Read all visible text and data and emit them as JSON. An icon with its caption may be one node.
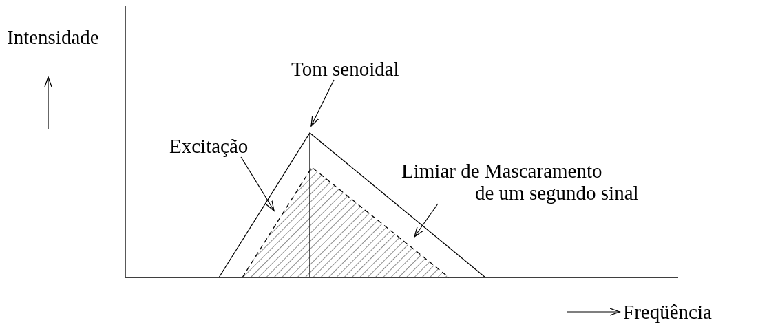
{
  "diagram": {
    "nodes": [
      {
        "text": [
          "Tom senoidal"
        ]
      },
      {
        "text": [
          "Excitação"
        ]
      },
      {
        "text": [],
        "shape": "triangle"
      },
      {
        "text": [],
        "shape": "line",
        "in": 2
      },
      {
        "text": [
          "Limiar de Mascaramento de um segundo sinal"
        ]
      },
      {
        "text": [],
        "shape": "triangle",
        "in": 2
      }
    ],
    "edges": [
      {
        "from": 0,
        "to": 3,
        "arrow": "to"
      },
      {
        "from": 1,
        "to": 2,
        "arrow": "to"
      },
      {
        "from": 4,
        "to": 5,
        "arrow": "to"
      }
    ],
    "labels": [
      "Intensidade",
      "Freqüência"
    ]
  }
}
